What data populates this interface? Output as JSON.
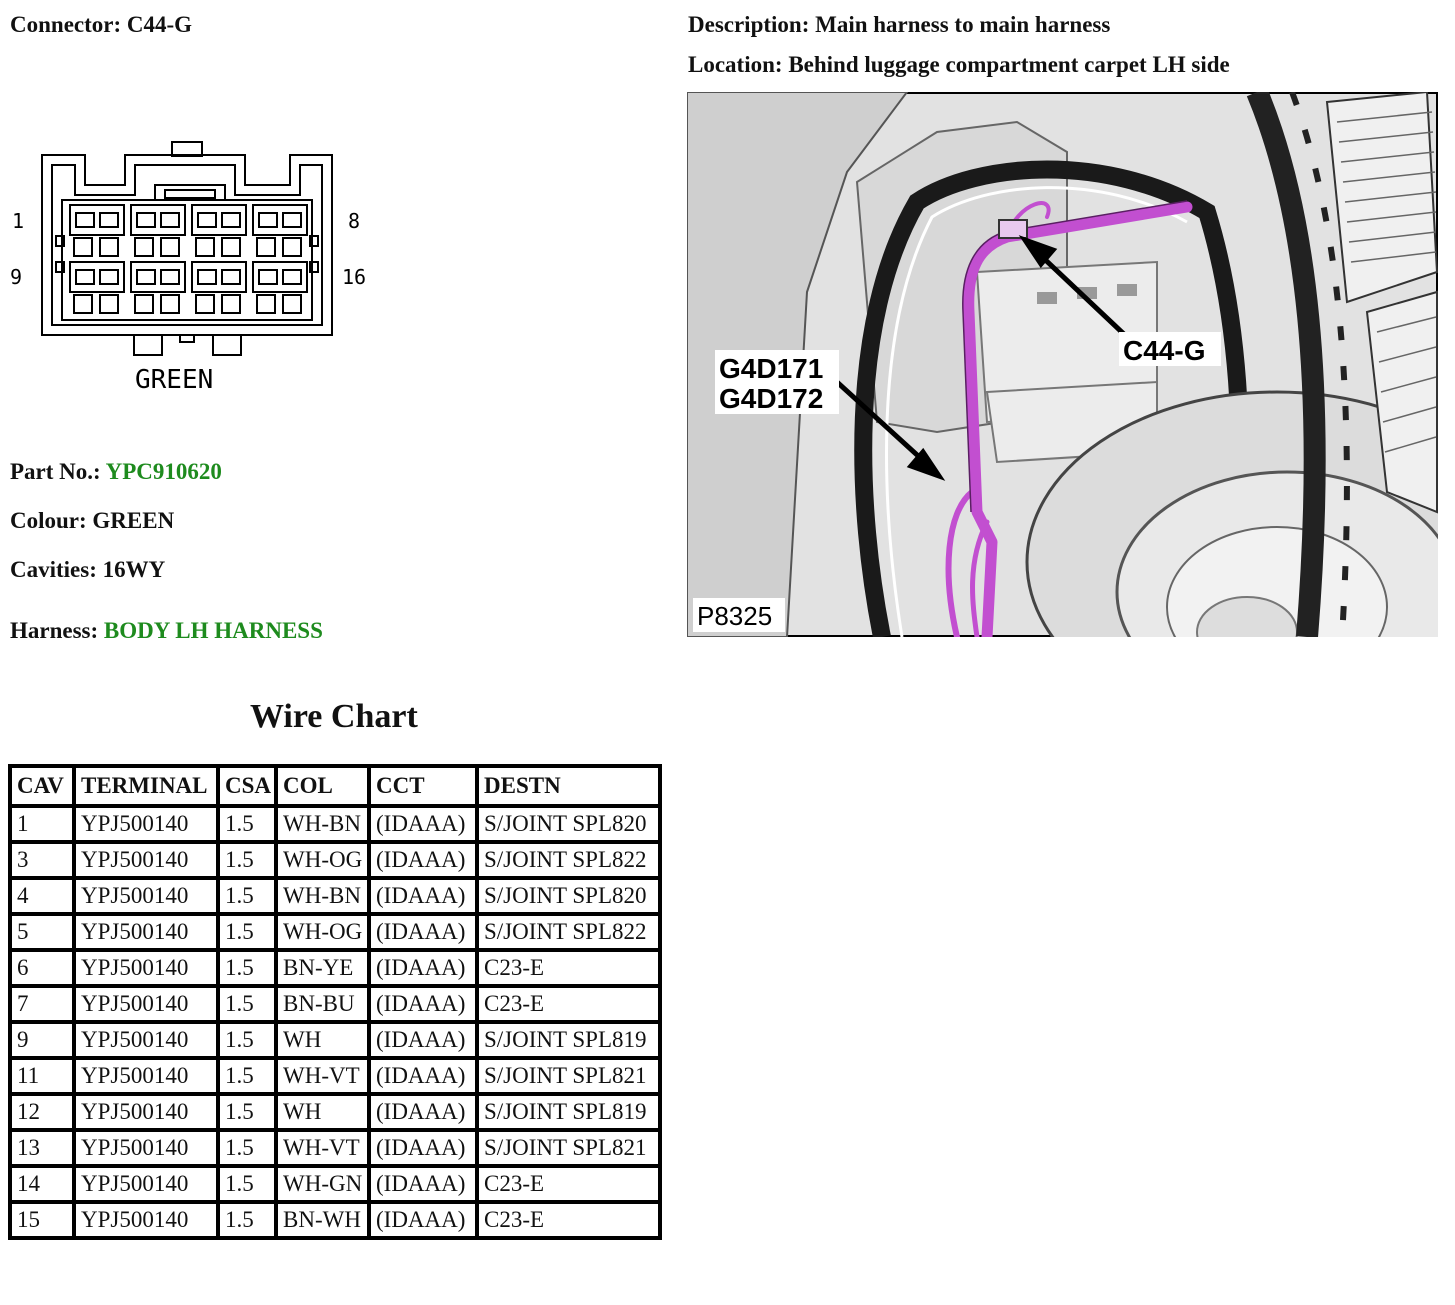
{
  "connector": {
    "label": "Connector:",
    "value": "C44-G"
  },
  "description": {
    "label": "Description:",
    "value": "Main harness to main harness"
  },
  "location": {
    "label": "Location:",
    "value": "Behind luggage compartment carpet LH side"
  },
  "diagram": {
    "pin_top_left": "1",
    "pin_top_right": "8",
    "pin_bottom_left": "9",
    "pin_bottom_right": "16",
    "colour_caption": "GREEN"
  },
  "part_no": {
    "label": "Part No.:",
    "value": "YPC910620"
  },
  "colour": {
    "label": "Colour:",
    "value": "GREEN"
  },
  "cavities": {
    "label": "Cavities:",
    "value": "16WY"
  },
  "harness": {
    "label": "Harness:",
    "value": "BODY LH HARNESS"
  },
  "photo": {
    "callout_connector": "C44-G",
    "callout_ground_1": "G4D171",
    "callout_ground_2": "G4D172",
    "photo_id": "P8325"
  },
  "wire_chart": {
    "title": "Wire Chart",
    "headers": [
      "CAV",
      "TERMINAL",
      "CSA",
      "COL",
      "CCT",
      "DESTN"
    ],
    "rows": [
      [
        "1",
        "YPJ500140",
        "1.5",
        "WH-BN",
        "(IDAAA)",
        "S/JOINT SPL820"
      ],
      [
        "3",
        "YPJ500140",
        "1.5",
        "WH-OG",
        "(IDAAA)",
        "S/JOINT SPL822"
      ],
      [
        "4",
        "YPJ500140",
        "1.5",
        "WH-BN",
        "(IDAAA)",
        "S/JOINT SPL820"
      ],
      [
        "5",
        "YPJ500140",
        "1.5",
        "WH-OG",
        "(IDAAA)",
        "S/JOINT SPL822"
      ],
      [
        "6",
        "YPJ500140",
        "1.5",
        "BN-YE",
        "(IDAAA)",
        "C23-E"
      ],
      [
        "7",
        "YPJ500140",
        "1.5",
        "BN-BU",
        "(IDAAA)",
        "C23-E"
      ],
      [
        "9",
        "YPJ500140",
        "1.5",
        "WH",
        "(IDAAA)",
        "S/JOINT SPL819"
      ],
      [
        "11",
        "YPJ500140",
        "1.5",
        "WH-VT",
        "(IDAAA)",
        "S/JOINT SPL821"
      ],
      [
        "12",
        "YPJ500140",
        "1.5",
        "WH",
        "(IDAAA)",
        "S/JOINT SPL819"
      ],
      [
        "13",
        "YPJ500140",
        "1.5",
        "WH-VT",
        "(IDAAA)",
        "S/JOINT SPL821"
      ],
      [
        "14",
        "YPJ500140",
        "1.5",
        "WH-GN",
        "(IDAAA)",
        "C23-E"
      ],
      [
        "15",
        "YPJ500140",
        "1.5",
        "BN-WH",
        "(IDAAA)",
        "C23-E"
      ]
    ]
  },
  "colors": {
    "accent_green": "#1e8b1e",
    "harness_purple": "#c24fd0"
  }
}
